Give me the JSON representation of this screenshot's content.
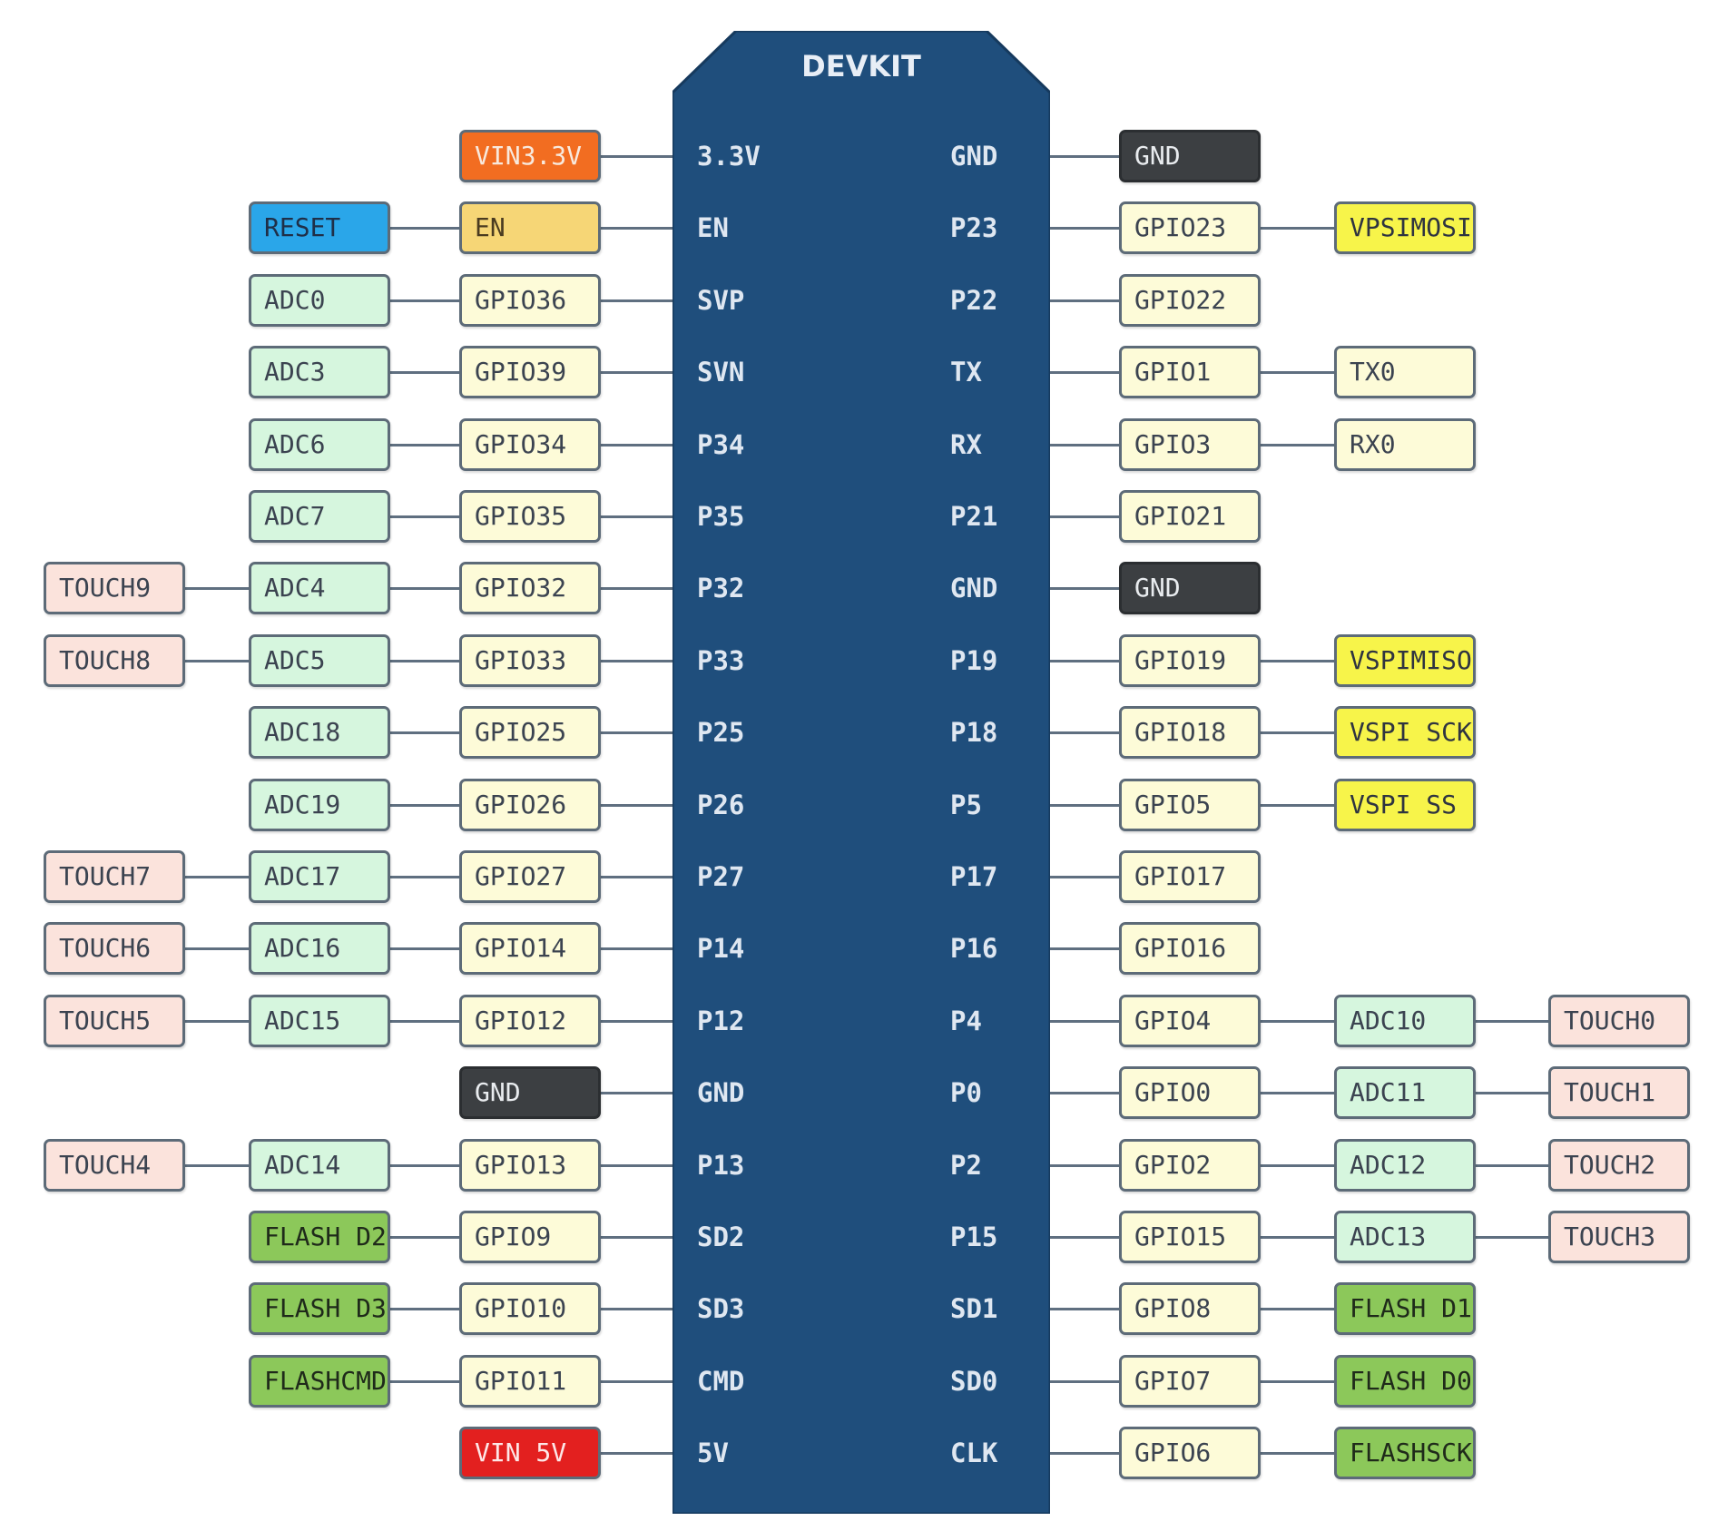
{
  "board": {
    "title": "DEVKIT",
    "colors": {
      "chip": "#1f4e7c",
      "gpio": "#fdfbd8",
      "adc": "#d6f6de",
      "touch": "#fbe3dc",
      "gnd": "#3c3f42",
      "vspi": "#f7f44a",
      "flash": "#8cc85a",
      "reset": "#2aa6e9",
      "en": "#f6d676",
      "vin_3v3": "#f26d21",
      "vin_5v": "#e3201f"
    },
    "left_pins": [
      {
        "chip": "3.3V",
        "labels": [
          {
            "text": "VIN3.3V",
            "kind": "vin33"
          }
        ]
      },
      {
        "chip": "EN",
        "labels": [
          {
            "text": "EN",
            "kind": "en"
          },
          {
            "text": "RESET",
            "kind": "reset"
          }
        ]
      },
      {
        "chip": "SVP",
        "labels": [
          {
            "text": "GPIO36",
            "kind": "gpio"
          },
          {
            "text": "ADC0",
            "kind": "adc"
          }
        ]
      },
      {
        "chip": "SVN",
        "labels": [
          {
            "text": "GPIO39",
            "kind": "gpio"
          },
          {
            "text": "ADC3",
            "kind": "adc"
          }
        ]
      },
      {
        "chip": "P34",
        "labels": [
          {
            "text": "GPIO34",
            "kind": "gpio"
          },
          {
            "text": "ADC6",
            "kind": "adc"
          }
        ]
      },
      {
        "chip": "P35",
        "labels": [
          {
            "text": "GPIO35",
            "kind": "gpio"
          },
          {
            "text": "ADC7",
            "kind": "adc"
          }
        ]
      },
      {
        "chip": "P32",
        "labels": [
          {
            "text": "GPIO32",
            "kind": "gpio"
          },
          {
            "text": "ADC4",
            "kind": "adc"
          },
          {
            "text": "TOUCH9",
            "kind": "touch"
          }
        ]
      },
      {
        "chip": "P33",
        "labels": [
          {
            "text": "GPIO33",
            "kind": "gpio"
          },
          {
            "text": "ADC5",
            "kind": "adc"
          },
          {
            "text": "TOUCH8",
            "kind": "touch"
          }
        ]
      },
      {
        "chip": "P25",
        "labels": [
          {
            "text": "GPIO25",
            "kind": "gpio"
          },
          {
            "text": "ADC18",
            "kind": "adc"
          }
        ]
      },
      {
        "chip": "P26",
        "labels": [
          {
            "text": "GPIO26",
            "kind": "gpio"
          },
          {
            "text": "ADC19",
            "kind": "adc"
          }
        ]
      },
      {
        "chip": "P27",
        "labels": [
          {
            "text": "GPIO27",
            "kind": "gpio"
          },
          {
            "text": "ADC17",
            "kind": "adc"
          },
          {
            "text": "TOUCH7",
            "kind": "touch"
          }
        ]
      },
      {
        "chip": "P14",
        "labels": [
          {
            "text": "GPIO14",
            "kind": "gpio"
          },
          {
            "text": "ADC16",
            "kind": "adc"
          },
          {
            "text": "TOUCH6",
            "kind": "touch"
          }
        ]
      },
      {
        "chip": "P12",
        "labels": [
          {
            "text": "GPIO12",
            "kind": "gpio"
          },
          {
            "text": "ADC15",
            "kind": "adc"
          },
          {
            "text": "TOUCH5",
            "kind": "touch"
          }
        ]
      },
      {
        "chip": "GND",
        "labels": [
          {
            "text": "GND",
            "kind": "gnd"
          }
        ]
      },
      {
        "chip": "P13",
        "labels": [
          {
            "text": "GPIO13",
            "kind": "gpio"
          },
          {
            "text": "ADC14",
            "kind": "adc"
          },
          {
            "text": "TOUCH4",
            "kind": "touch"
          }
        ]
      },
      {
        "chip": "SD2",
        "labels": [
          {
            "text": "GPIO9",
            "kind": "gpio"
          },
          {
            "text": "FLASH D2",
            "kind": "flash"
          }
        ]
      },
      {
        "chip": "SD3",
        "labels": [
          {
            "text": "GPIO10",
            "kind": "gpio"
          },
          {
            "text": "FLASH D3",
            "kind": "flash"
          }
        ]
      },
      {
        "chip": "CMD",
        "labels": [
          {
            "text": "GPIO11",
            "kind": "gpio"
          },
          {
            "text": "FLASHCMD",
            "kind": "flash"
          }
        ]
      },
      {
        "chip": "5V",
        "labels": [
          {
            "text": "VIN 5V",
            "kind": "vin5"
          }
        ]
      }
    ],
    "right_pins": [
      {
        "chip": "GND",
        "labels": [
          {
            "text": "GND",
            "kind": "gnd"
          }
        ]
      },
      {
        "chip": "P23",
        "labels": [
          {
            "text": "GPIO23",
            "kind": "gpio"
          },
          {
            "text": "VPSIMOSI",
            "kind": "vspi"
          }
        ]
      },
      {
        "chip": "P22",
        "labels": [
          {
            "text": "GPIO22",
            "kind": "gpio"
          }
        ]
      },
      {
        "chip": "TX",
        "labels": [
          {
            "text": "GPIO1",
            "kind": "gpio"
          },
          {
            "text": "TX0",
            "kind": "gpio"
          }
        ]
      },
      {
        "chip": "RX",
        "labels": [
          {
            "text": "GPIO3",
            "kind": "gpio"
          },
          {
            "text": "RX0",
            "kind": "gpio"
          }
        ]
      },
      {
        "chip": "P21",
        "labels": [
          {
            "text": "GPIO21",
            "kind": "gpio"
          }
        ]
      },
      {
        "chip": "GND",
        "labels": [
          {
            "text": "GND",
            "kind": "gnd"
          }
        ]
      },
      {
        "chip": "P19",
        "labels": [
          {
            "text": "GPIO19",
            "kind": "gpio"
          },
          {
            "text": "VSPIMISO",
            "kind": "vspi"
          }
        ]
      },
      {
        "chip": "P18",
        "labels": [
          {
            "text": "GPIO18",
            "kind": "gpio"
          },
          {
            "text": "VSPI SCK",
            "kind": "vspi"
          }
        ]
      },
      {
        "chip": "P5",
        "labels": [
          {
            "text": "GPIO5",
            "kind": "gpio"
          },
          {
            "text": "VSPI SS",
            "kind": "vspi"
          }
        ]
      },
      {
        "chip": "P17",
        "labels": [
          {
            "text": "GPIO17",
            "kind": "gpio"
          }
        ]
      },
      {
        "chip": "P16",
        "labels": [
          {
            "text": "GPIO16",
            "kind": "gpio"
          }
        ]
      },
      {
        "chip": "P4",
        "labels": [
          {
            "text": "GPIO4",
            "kind": "gpio"
          },
          {
            "text": "ADC10",
            "kind": "adc"
          },
          {
            "text": "TOUCH0",
            "kind": "touch"
          }
        ]
      },
      {
        "chip": "P0",
        "labels": [
          {
            "text": "GPIO0",
            "kind": "gpio"
          },
          {
            "text": "ADC11",
            "kind": "adc"
          },
          {
            "text": "TOUCH1",
            "kind": "touch"
          }
        ]
      },
      {
        "chip": "P2",
        "labels": [
          {
            "text": "GPIO2",
            "kind": "gpio"
          },
          {
            "text": "ADC12",
            "kind": "adc"
          },
          {
            "text": "TOUCH2",
            "kind": "touch"
          }
        ]
      },
      {
        "chip": "P15",
        "labels": [
          {
            "text": "GPIO15",
            "kind": "gpio"
          },
          {
            "text": "ADC13",
            "kind": "adc"
          },
          {
            "text": "TOUCH3",
            "kind": "touch"
          }
        ]
      },
      {
        "chip": "SD1",
        "labels": [
          {
            "text": "GPIO8",
            "kind": "gpio"
          },
          {
            "text": "FLASH D1",
            "kind": "flash"
          }
        ]
      },
      {
        "chip": "SD0",
        "labels": [
          {
            "text": "GPIO7",
            "kind": "gpio"
          },
          {
            "text": "FLASH D0",
            "kind": "flash"
          }
        ]
      },
      {
        "chip": "CLK",
        "labels": [
          {
            "text": "GPIO6",
            "kind": "gpio"
          },
          {
            "text": "FLASHSCK",
            "kind": "flash"
          }
        ]
      }
    ]
  }
}
